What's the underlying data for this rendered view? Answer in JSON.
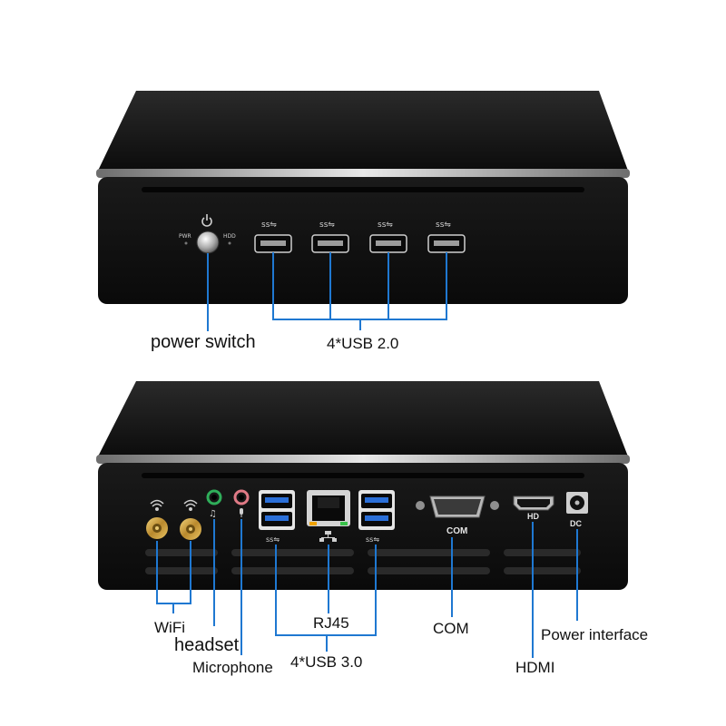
{
  "colors": {
    "case_dark": "#121212",
    "case_top": "#1c1c1c",
    "edge_silver": "#cfcfcf",
    "callout_blue": "#1f78d1",
    "audio_green": "#2fae5a",
    "audio_pink": "#e07a86",
    "usb3_blue": "#2b6fd8"
  },
  "front": {
    "power_switch_label": "power switch",
    "usb2_label": "4*USB 2.0",
    "pwr_led_text": "PWR",
    "hdd_led_text": "HDD",
    "usb_ports": [
      "usb-port-1",
      "usb-port-2",
      "usb-port-3",
      "usb-port-4"
    ]
  },
  "rear": {
    "wifi_label": "WiFi",
    "headset_label": "headset",
    "microphone_label": "Microphone",
    "rj45_label": "RJ45",
    "usb3_label": "4*USB 3.0",
    "com_label": "COM",
    "com_port_text": "COM",
    "hdmi_label": "HDMI",
    "hdmi_port_text": "HD",
    "dc_port_text": "DC",
    "power_interface_label": "Power interface"
  }
}
